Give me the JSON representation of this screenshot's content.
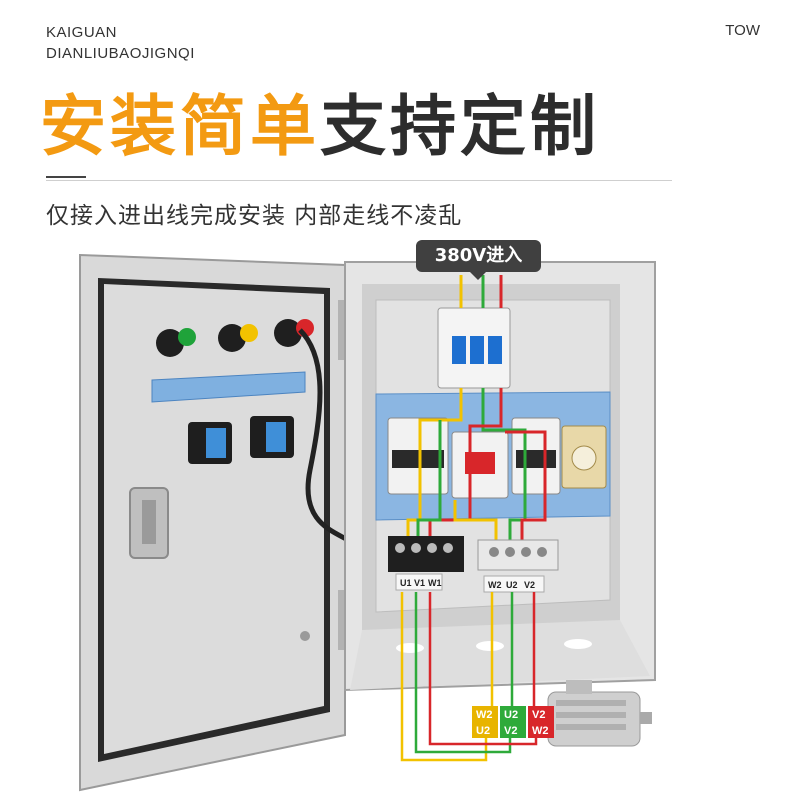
{
  "brand": {
    "line1": "KAIGUAN",
    "line2": "DIANLIUBAOJIGNQI",
    "right": "TOW"
  },
  "headline": {
    "orange": "安装简单",
    "dark": "支持定制"
  },
  "subtitle": "仅接入进出线完成安装 内部走线不凌乱",
  "badge": "380V进入",
  "terminals": {
    "t1": "U1",
    "t2": "V1",
    "t3": "W1",
    "t4": "W2",
    "t5": "U2",
    "t6": "V2"
  },
  "motor_labels": {
    "top": [
      "W2",
      "U2",
      "V2"
    ],
    "bottom": [
      "U2",
      "V2",
      "W2"
    ]
  },
  "colors": {
    "accent": "#f39a12",
    "wire_yellow": "#f2c200",
    "wire_green": "#2eaa3a",
    "wire_red": "#d8262a"
  }
}
